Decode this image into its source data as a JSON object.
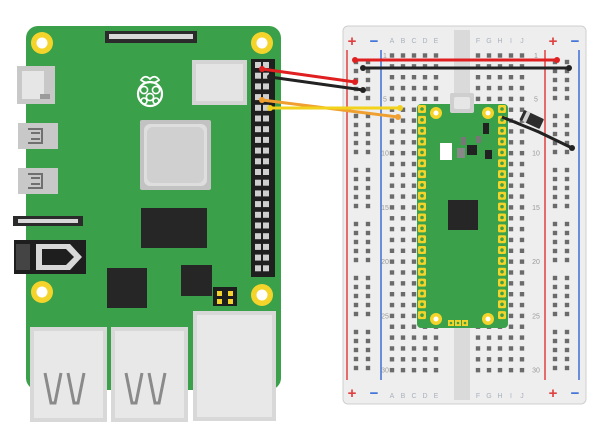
{
  "breadboard": {
    "plus": "+",
    "minus": "−",
    "columns_left": [
      "A",
      "B",
      "C",
      "D",
      "E"
    ],
    "columns_right": [
      "F",
      "G",
      "H",
      "I",
      "J"
    ],
    "row_numbers": [
      "1",
      "5",
      "10",
      "15",
      "20",
      "25",
      "30"
    ]
  },
  "colors": {
    "pi_board": "#3aa04a",
    "pico_board": "#3aa04a",
    "pin_gold": "#f1c40f",
    "wire_red": "#e02020",
    "wire_black": "#222222",
    "wire_orange": "#f0a030",
    "wire_yellow": "#f2d21b",
    "rail_red": "#e04040",
    "rail_blue": "#3b6fd6"
  },
  "icons": {
    "pi_logo": "raspberry-logo-icon"
  }
}
